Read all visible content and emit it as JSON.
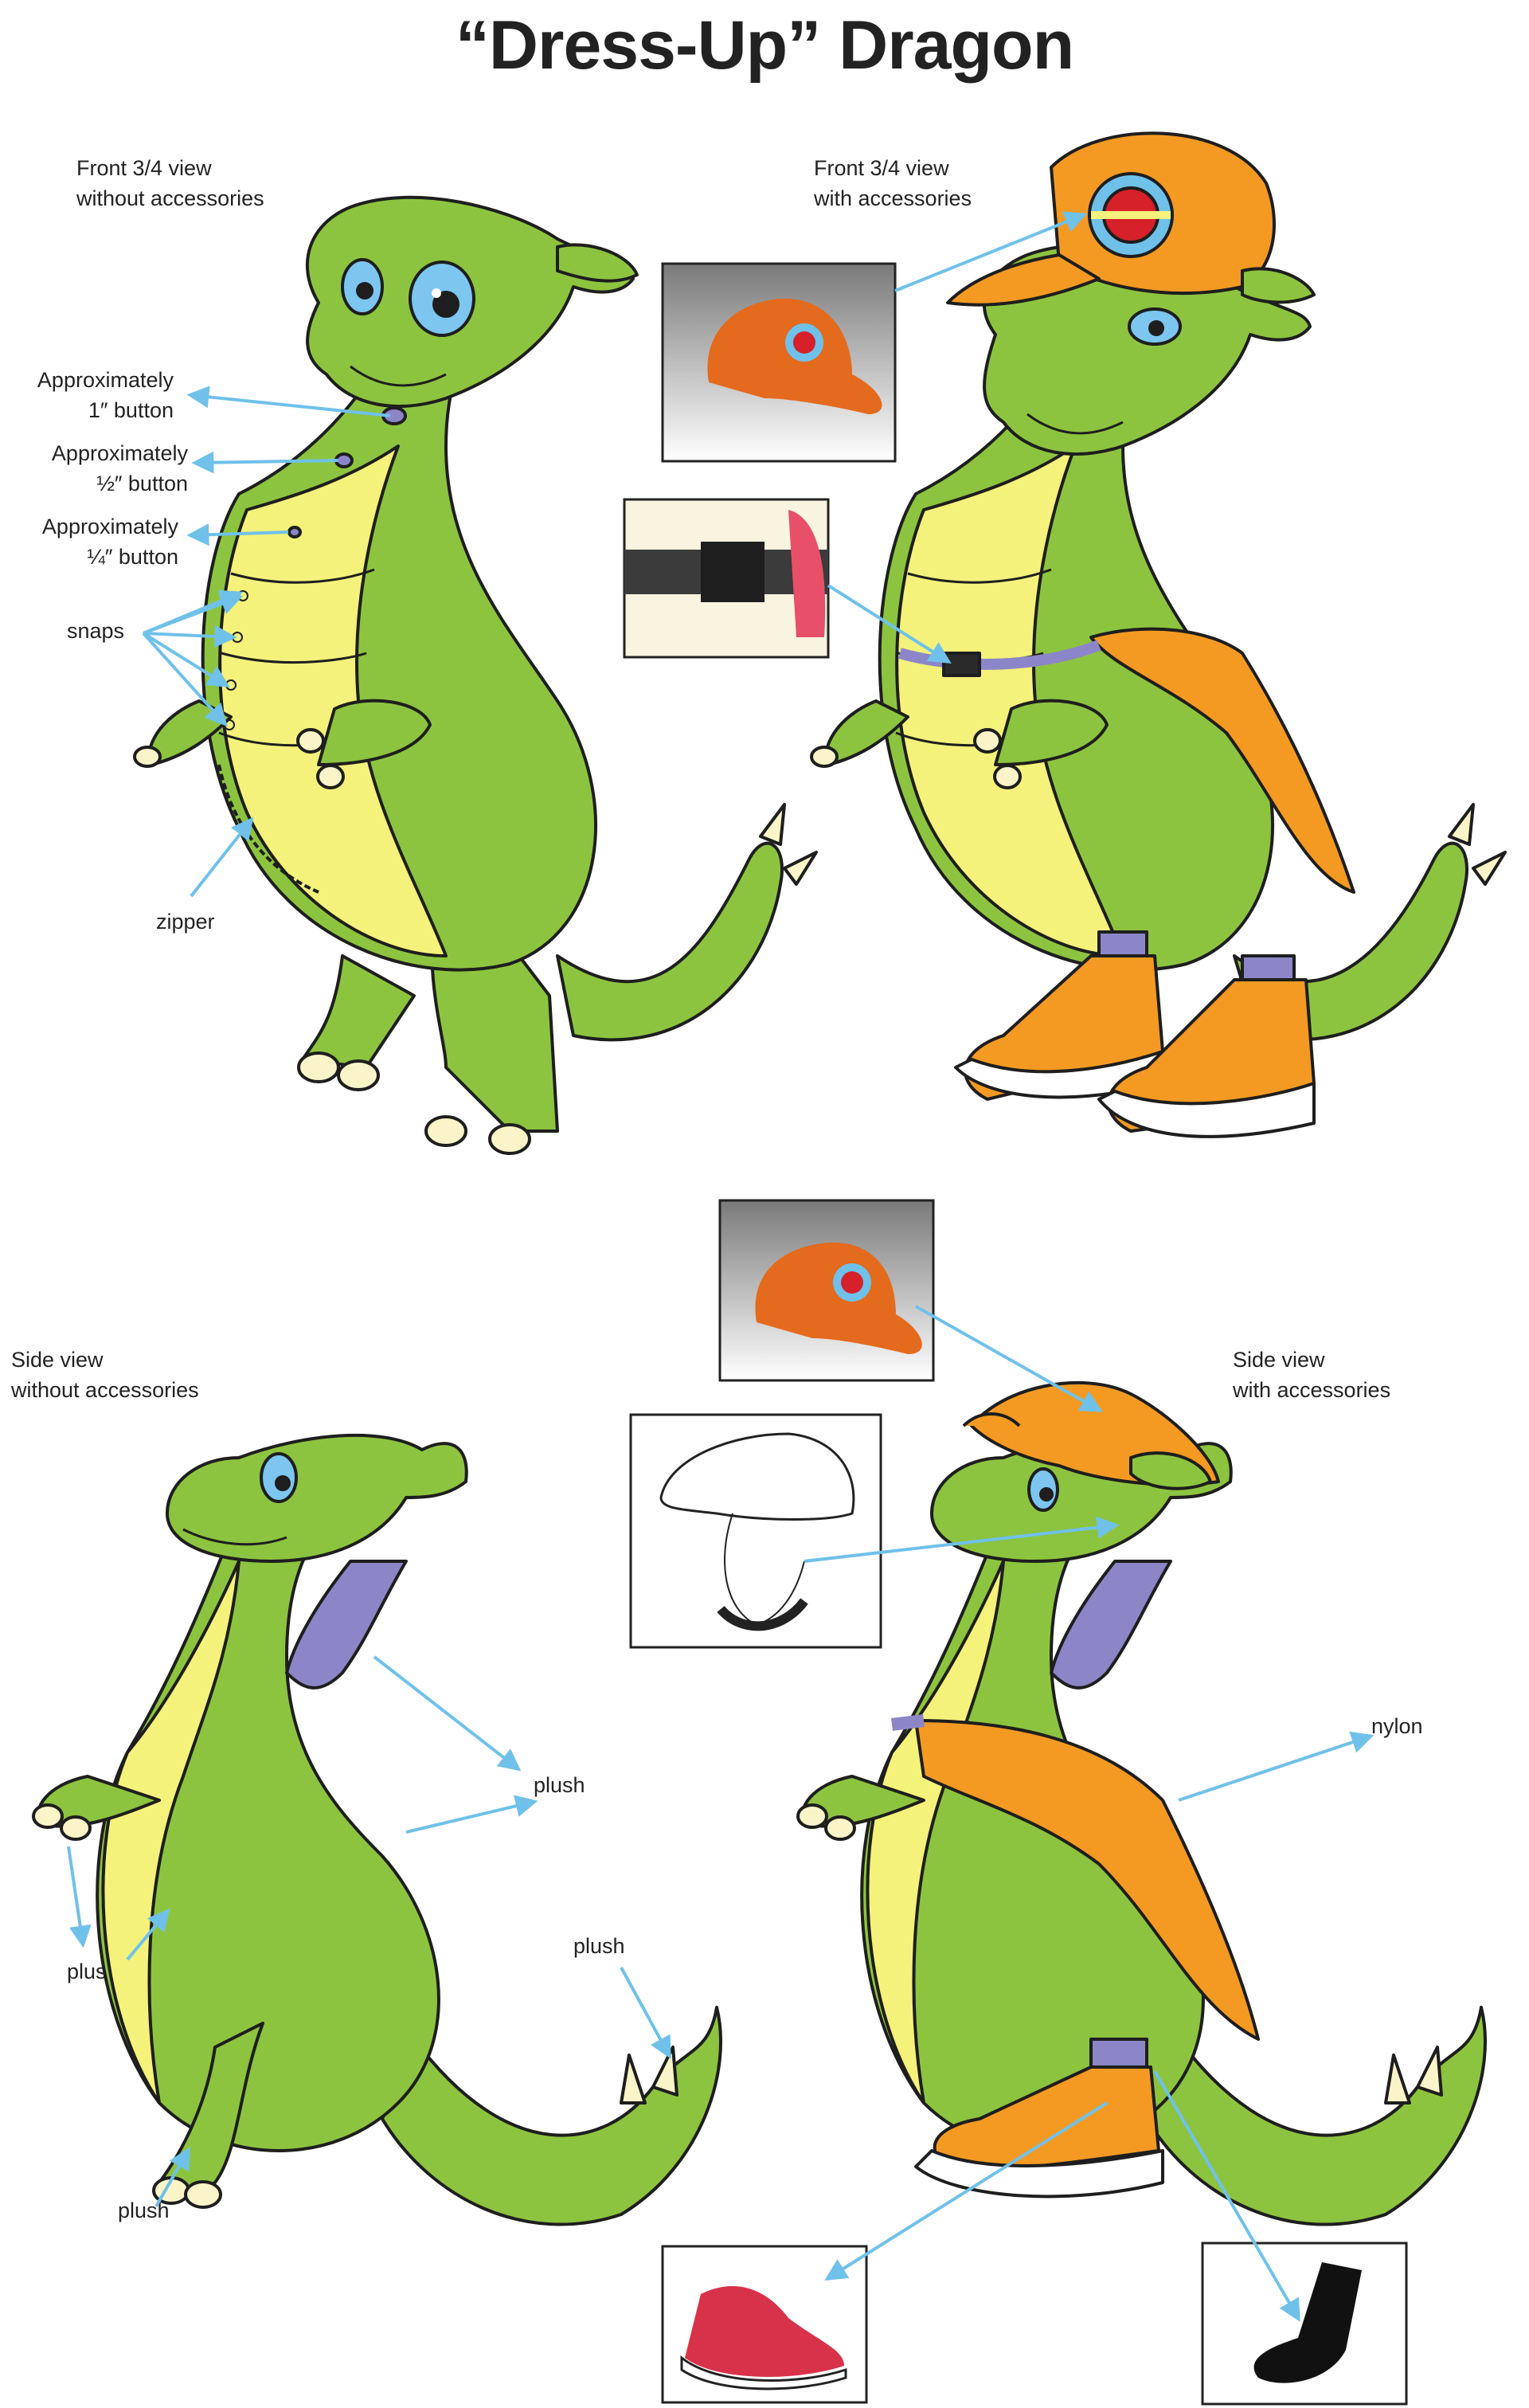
{
  "title": "“Dress-Up” Dragon",
  "views": {
    "front_plain": "Front 3/4 view\nwithout accessories",
    "front_acc": "Front 3/4 view\nwith accessories",
    "side_plain": "Side view\nwithout accessories",
    "side_acc": "Side view\nwith accessories"
  },
  "callouts": {
    "button_1in": "Approximately\n1″ button",
    "button_half": "Approximately\n½″ button",
    "button_quarter": "Approximately\n¼″ button",
    "snaps": "snaps",
    "zipper": "zipper",
    "plush_neck": "plush",
    "plush_hand": "plush",
    "plush_tail": "plush",
    "plush_foot": "plush",
    "nylon": "nylon"
  },
  "colors": {
    "dragon_green": "#8dc43f",
    "belly_yellow": "#f4f27a",
    "claw_cream": "#faf4c8",
    "eye_blue": "#7cc6f0",
    "mane_purple": "#8c86c8",
    "hat_orange": "#f49a22",
    "arrow_blue": "#6fc1ea",
    "outline": "#1e1e1e"
  },
  "photos": [
    "cap-photo",
    "buckle-photo",
    "cap-photo",
    "cap-sketch",
    "sneaker-photo",
    "sock-photo"
  ]
}
